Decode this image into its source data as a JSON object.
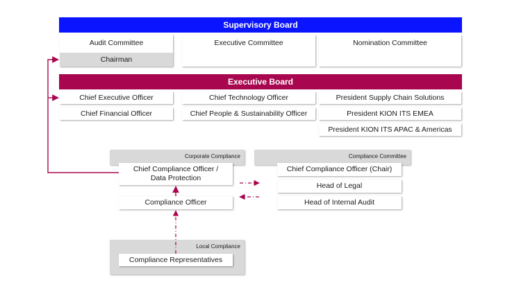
{
  "colors": {
    "supervisory": "#0a14ff",
    "executive": "#a8064f",
    "arrow": "#a8064f",
    "panel": "#d9d9d9"
  },
  "supervisory_board": {
    "title": "Supervisory Board",
    "audit_committee": "Audit Committee",
    "chairman": "Chairman",
    "executive_committee": "Executive Committee",
    "nomination_committee": "Nomination Committee"
  },
  "executive_board": {
    "title": "Executive Board",
    "ceo": "Chief Executive Officer",
    "cfo": "Chief Financial Officer",
    "cto": "Chief Technology Officer",
    "cpso": "Chief People & Sustainability Officer",
    "supply_chain": "President Supply Chain Solutions",
    "kion_emea": "President KION ITS EMEA",
    "kion_apac": "President KION ITS APAC & Americas"
  },
  "corporate_compliance": {
    "label": "Corporate Compliance",
    "cco_line1": "Chief Compliance Officer /",
    "cco_line2": "Data Protection",
    "compliance_officer": "Compliance Officer"
  },
  "compliance_committee": {
    "label": "Compliance Committee",
    "cco_chair": "Chief Compliance Officer (Chair)",
    "head_legal": "Head of Legal",
    "head_audit": "Head of Internal Audit"
  },
  "local_compliance": {
    "label": "Local Compliance",
    "representatives": "Compliance Representatives"
  }
}
